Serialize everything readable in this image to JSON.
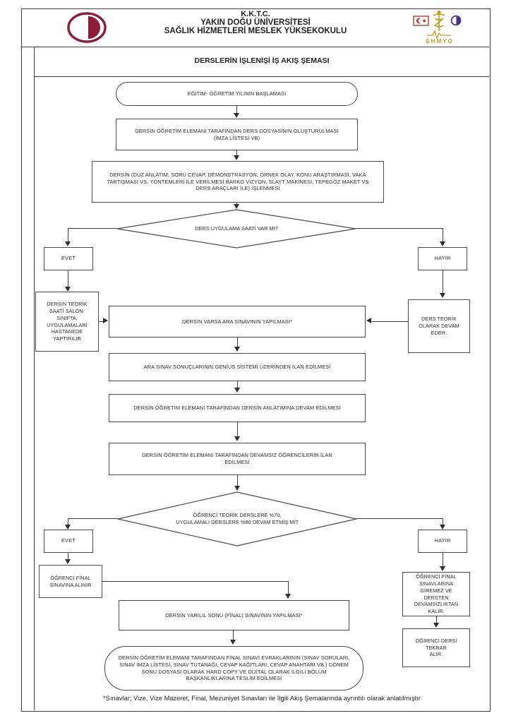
{
  "header": {
    "line1": "K.K.T.C.",
    "line2": "YAKIN DOĞU ÜNİVERSİTESİ",
    "line3": "SAĞLIK HİZMETLERİ MESLEK YÜKSEKOKULU"
  },
  "title": "DERSLERİN İŞLENİŞİ İŞ AKIŞ ŞEMASI",
  "flow": {
    "start": "EĞİTİM- ÖĞRETİM YILININ BAŞLAMASI",
    "course_file": "DERSİN ÖĞRETİM ELEMANI TARAFINDAN DERS DOSYASININ OLUŞTURULMASI\n(İMZA LİSTESİ VB)",
    "teaching_methods": "DERSİN (DÜZ ANLATIM, SORU CEVAP, DEMONSTRASYON, ÖRNEK OLAY, KONU ARAŞTIRMASI, VAKA\nTARTIŞMASI VS. YÖNTEMLERİ İLE VERİLMESİ BARKO VİZYON, SLAYT MAKİNESİ, TEPEGÖZ MAKET VS\nDERS ARAÇLARI İLE) İŞLENMESİ",
    "decision_practice": "DERS UYGULAMA SAATİ VAR MI?",
    "yes1": "EVET",
    "no1": "HAYIR",
    "practice_location": "DERSİN TEORİK\nSAATİ SALON-SINIFTA,\nUYGULAMALARI\nHASTANEDE\nYAPTIRILIR",
    "theory_continues": "DERS TEORİK\nOLARAK DEVAM\nEDER.",
    "midterm": "DERSİN  VARSA ARA SINAVININ YAPILMASI*",
    "midterm_results": "ARA SINAV SONUÇLARININ GENİUS SİSTEMİ ÜZERİNDEN İLAN EDİLMESİ",
    "teaching_continues": "DERSİN ÖĞRETİM ELEMANI TARAFINDAN DERSİN ANLATIMINA DEVAM EDİLMESİ",
    "absentees_announced": "DERSİN ÖĞRETİM ELEMANI TARAFINDAN DEVAMSIZ ÖĞRENCİLERİN İLAN\nEDİLMESİ",
    "decision_attendance": "ÖĞRENCİ TEORİK DERSLERE %70,\nUYGULAMALI DERSLERE %80 DEVAM ETMİŞ Mİ?",
    "yes2": "EVET",
    "no2": "HAYIR",
    "final_admission": "ÖĞRENCİ FİNAL\nSINAVINA ALINIR",
    "final_exam": "DERSİN YARILIL SONU (FİNAL) SINAVININ YAPILMASI*",
    "no_final_entry": "ÖĞRENCİ FİNAL\nSINAVLARINA GİREMEZ VE\nDERSTEN DEVAMSIZLIKTAN\nKALIR.",
    "repeat_course": "ÖĞRENCİ DERSİ TEKRAR\nALIR.",
    "final_docs": "DERSİN ÖĞRETİM ELEMANI TARAFINDAN FİNAL SINAVI EVRAKLARININ  (SINAV SORULARI,\nSINAV İMZA LİSTESİ, SINAV TUTANAĞI, CEVAP KAĞITLARI, CEVAP ANAHTARI VB.) DÖNEM\nSONU DOSYASI OLARAK HARD COPY VE DİJİTAL OLARAK İLGİLİ BÖLÜM\nBAŞKANLIKLARINA TESLİM EDİLMESİ"
  },
  "footnote": "*Sınavlar; Vize, Vize Mazeret, Final, Mezuniyet Sınavları ile İlgili Akış Şemalarında ayrıntılı olarak anlatılmıştır",
  "emblem": {
    "letters": "S H M Y O"
  },
  "colors": {
    "maroon": "#8E1B3A",
    "line": "#3c3c3c",
    "gold": "#C49A1E",
    "purple": "#4B2E83"
  }
}
